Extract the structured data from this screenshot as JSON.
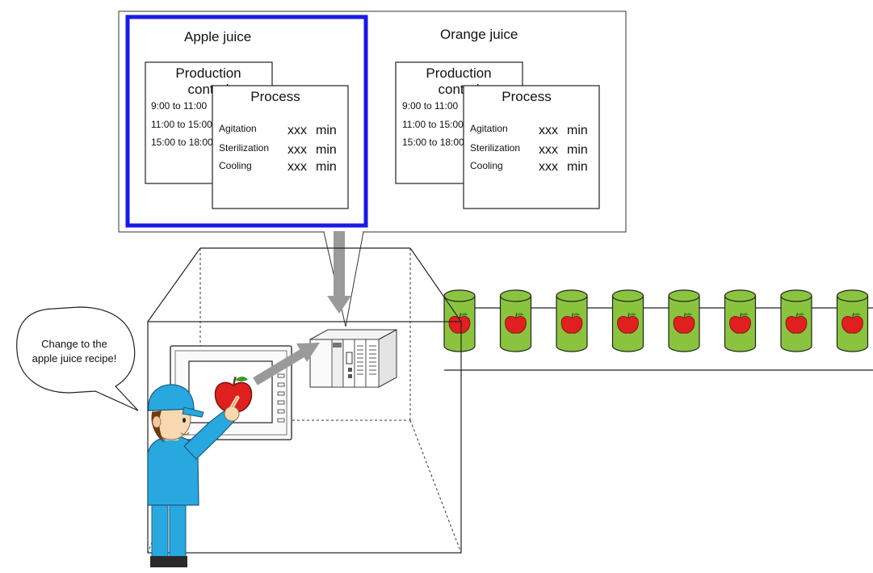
{
  "recipes": [
    {
      "title": "Apple juice",
      "selected": true,
      "production_control": {
        "title_line1": "Production",
        "title_line2": "control",
        "times": [
          "9:00 to 11:00",
          "11:00 to 15:00",
          "15:00 to 18:00"
        ]
      },
      "process": {
        "title": "Process",
        "steps": [
          {
            "name": "Agitation",
            "value": "xxx",
            "unit": "min"
          },
          {
            "name": "Sterilization",
            "value": "xxx",
            "unit": "min"
          },
          {
            "name": "Cooling",
            "value": "xxx",
            "unit": "min"
          }
        ]
      }
    },
    {
      "title": "Orange juice",
      "selected": false,
      "production_control": {
        "title_line1": "Production",
        "title_line2": "control",
        "times": [
          "9:00 to 11:00",
          "11:00 to 15:00",
          "15:00 to 18:00"
        ]
      },
      "process": {
        "title": "Process",
        "steps": [
          {
            "name": "Agitation",
            "value": "xxx",
            "unit": "min"
          },
          {
            "name": "Sterilization",
            "value": "xxx",
            "unit": "min"
          },
          {
            "name": "Cooling",
            "value": "xxx",
            "unit": "min"
          }
        ]
      }
    }
  ],
  "speech": {
    "line1": "Change to the",
    "line2": "apple juice recipe!"
  },
  "colors": {
    "selection_border": "#1a1ae6",
    "arrow": "#9a9a9a",
    "worker_blue": "#29a8e0",
    "apple_red": "#e0201e",
    "can_green": "#8ac43f"
  },
  "conveyor_can_count": 8
}
